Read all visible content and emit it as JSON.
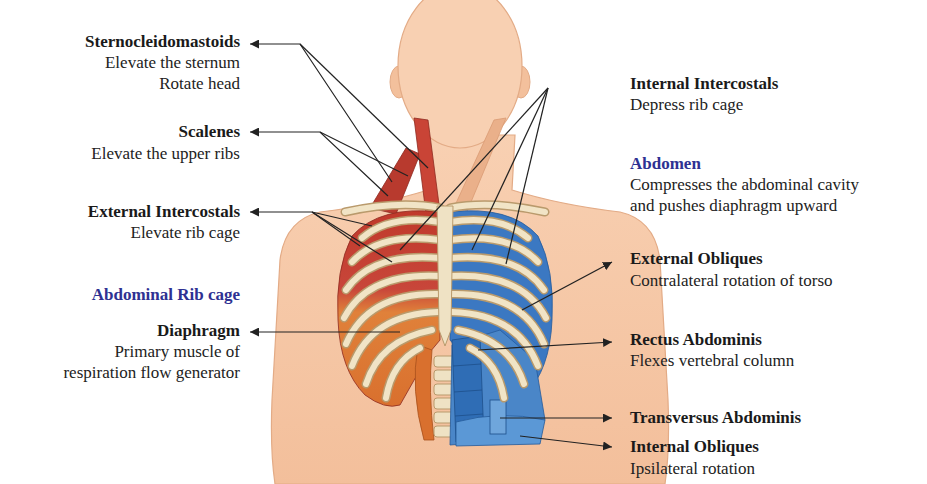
{
  "diagram": {
    "labels": [
      "Sternocleidomastoids",
      "Elevate the sternum Rotate head",
      "Scalenes",
      "Elevate the upper ribs",
      "External Intercostals",
      "Elevate rib cage",
      "Abdominal Rib cage",
      "Diaphragm",
      "Primary muscle of respiration flow generator",
      "Internal Intercostals",
      "Depress rib cage",
      "Abdomen",
      "Compresses the abdominal cavity and pushes diaphragm upward",
      "External Obliques",
      "Contralateral rotation of torso",
      "Rectus Abdominis",
      "Flexes vertebral column",
      "Transversus Abdominis",
      "Internal Obliques",
      "Ipsilateral rotation"
    ]
  }
}
